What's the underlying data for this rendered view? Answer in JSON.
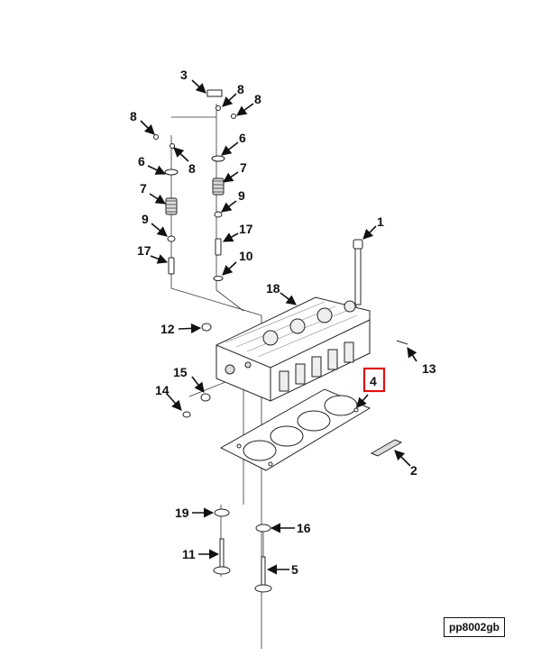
{
  "callouts": [
    "1",
    "2",
    "3",
    "4",
    "5",
    "6",
    "7",
    "8",
    "9",
    "10",
    "11",
    "12",
    "13",
    "14",
    "15",
    "16",
    "17",
    "18",
    "19"
  ],
  "reference_code": "pp8002gb",
  "highlight_color": "#e01010"
}
